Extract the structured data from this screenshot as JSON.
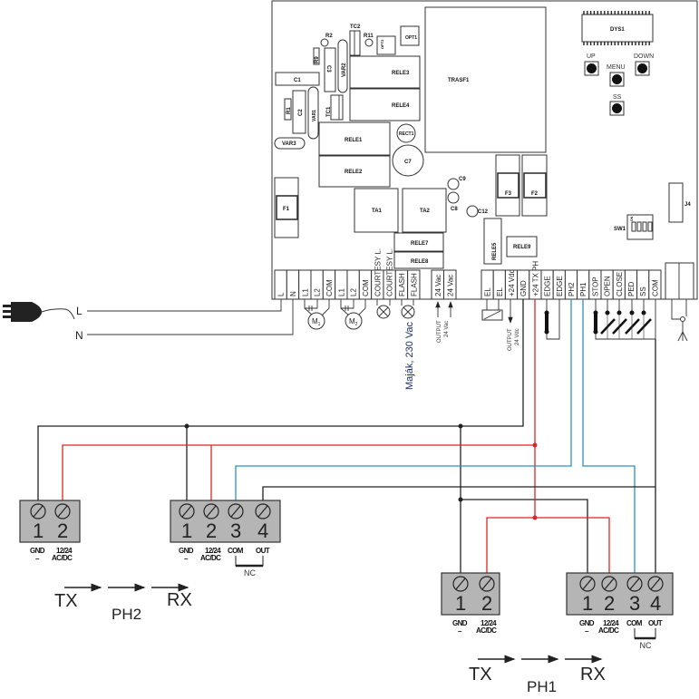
{
  "colors": {
    "ground_wire": "#222222",
    "power_wire": "#e02424",
    "signal_wire": "#2b8ec9",
    "terminal_block": "#b5b5b5"
  },
  "components": {
    "trasf1": "TRASF1",
    "dys1": "DYS1",
    "r2": "R2",
    "r9": "R9",
    "c3": "C3",
    "var2": "VAR2",
    "tc2": "TC2",
    "r11": "R11",
    "opt2": "OPT2",
    "opt1": "OPT1",
    "rele3": "RELE3",
    "rele4": "RELE4",
    "c1": "C1",
    "r1": "R1",
    "c2": "C2",
    "var1": "VAR1",
    "tc1": "TC1",
    "var3": "VAR3",
    "rele1": "RELE1",
    "rele2": "RELE2",
    "rect1": "RECT1",
    "c7": "C7",
    "f1": "F1",
    "ta1": "TA1",
    "ta2": "TA2",
    "c9": "C9",
    "c8": "C8",
    "c12": "C12",
    "rele7": "RELE7",
    "rele8": "RELE8",
    "f3": "F3",
    "f2": "F2",
    "j4": "J4",
    "sw1": "SW1",
    "sw1_on": "ON",
    "rele5": "RELE5",
    "rele9": "RELE9"
  },
  "buttons": {
    "up": "UP",
    "menu": "MENU",
    "down": "DOWN",
    "ss": "SS"
  },
  "terminals_left": [
    "L",
    "N",
    "L1",
    "L2",
    "COM",
    "L1",
    "L2",
    "COM",
    "COURTESY L.",
    "COURTESY L.",
    "FLASH",
    "FLASH"
  ],
  "terminals_ac": [
    "24 Vac",
    "24 Vac"
  ],
  "terminals_right": [
    "EL",
    "EL",
    "+24 Vdc",
    "GND",
    "+24 TX PH",
    "EDGE",
    "EDGE",
    "PH2",
    "PH1",
    "STOP",
    "OPEN",
    "CLOSE",
    "PED",
    "SS",
    "COM"
  ],
  "mains": {
    "l": "L",
    "n": "N"
  },
  "motors": [
    {
      "letter": "M",
      "sub": "1"
    },
    {
      "letter": "M",
      "sub": "2"
    }
  ],
  "notes": {
    "beacon": "Maják, 230 Vac",
    "output_ac_1": "OUTPUT",
    "output_ac_2": "24 Vac",
    "output_dc_1": "OUTPUT",
    "output_dc_2": "24 Vdc"
  },
  "photocell_tx": {
    "nums": [
      "1",
      "2"
    ],
    "gnd": "GND",
    "minus": "–",
    "v1": "12/24",
    "v2": "AC/DC"
  },
  "photocell_rx": {
    "nums": [
      "1",
      "2",
      "3",
      "4"
    ],
    "gnd": "GND",
    "minus": "–",
    "v1": "12/24",
    "v2": "AC/DC",
    "com": "COM",
    "out": "OUT",
    "nc": "NC"
  },
  "legend_ph2": {
    "tx": "TX",
    "ph": "PH2",
    "rx": "RX"
  },
  "legend_ph1": {
    "tx": "TX",
    "ph": "PH1",
    "rx": "RX"
  }
}
